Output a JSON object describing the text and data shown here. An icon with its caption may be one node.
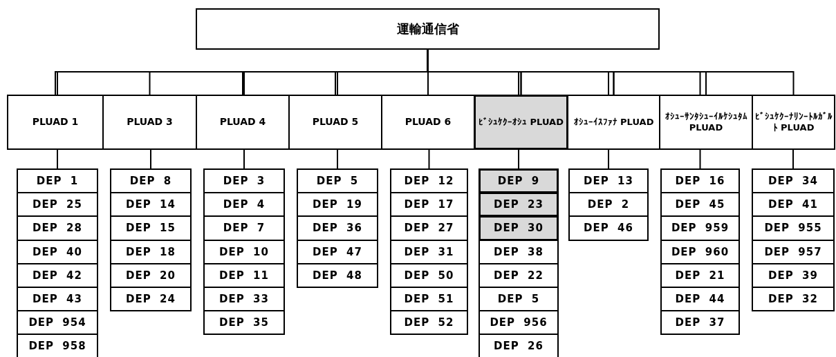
{
  "diagram": {
    "nodes": [
      {
        "text": [
          "運輸通信省"
        ]
      },
      {
        "text": [
          "PLUAD 1"
        ]
      },
      {
        "text": [
          "PLUAD 3"
        ]
      },
      {
        "text": [
          "PLUAD 4"
        ]
      },
      {
        "text": [
          "PLUAD 5"
        ]
      },
      {
        "text": [
          "PLUAD 6"
        ]
      },
      {
        "text": [
          "ﾋﾞｼｭｹｸｰｵｼｭ PLUAD"
        ]
      },
      {
        "text": [
          "ｵｼｭｰｲｽﾌｧﾅ PLUAD"
        ]
      },
      {
        "text": [
          "ｵｼｭｰｻﾝﾀｼｭｰｲﾙｹｼｭﾀﾑ PLUAD"
        ]
      },
      {
        "text": [
          "ﾋﾞｼｭｹｸｰﾅﾘﾝｰﾄﾙｶﾞﾙﾄ PLUAD"
        ]
      },
      {
        "text": [
          "DEP 1"
        ]
      },
      {
        "text": [
          "DEP 25"
        ]
      },
      {
        "text": [
          "DEP 28"
        ]
      },
      {
        "text": [
          "DEP 40"
        ]
      },
      {
        "text": [
          "DEP 42"
        ]
      },
      {
        "text": [
          "DEP 43"
        ]
      },
      {
        "text": [
          "DEP 954"
        ]
      },
      {
        "text": [
          "DEP 958"
        ]
      },
      {
        "text": [
          "DEP 8"
        ]
      },
      {
        "text": [
          "DEP 14"
        ]
      },
      {
        "text": [
          "DEP 15"
        ]
      },
      {
        "text": [
          "DEP 18"
        ]
      },
      {
        "text": [
          "DEP 20"
        ]
      },
      {
        "text": [
          "DEP 24"
        ]
      },
      {
        "text": [
          "DEP 3"
        ]
      },
      {
        "text": [
          "DEP 4"
        ]
      },
      {
        "text": [
          "DEP 7"
        ]
      },
      {
        "text": [
          "DEP 10"
        ]
      },
      {
        "text": [
          "DEP 11"
        ]
      },
      {
        "text": [
          "DEP 33"
        ]
      },
      {
        "text": [
          "DEP 35"
        ]
      },
      {
        "text": [
          "DEP 5"
        ]
      },
      {
        "text": [
          "DEP 19"
        ]
      },
      {
        "text": [
          "DEP 36"
        ]
      },
      {
        "text": [
          "DEP 47"
        ]
      },
      {
        "text": [
          "DEP 48"
        ]
      },
      {
        "text": [
          "DEP 12"
        ]
      },
      {
        "text": [
          "DEP 17"
        ]
      },
      {
        "text": [
          "DEP 27"
        ]
      },
      {
        "text": [
          "DEP 31"
        ]
      },
      {
        "text": [
          "DEP 50"
        ]
      },
      {
        "text": [
          "DEP 51"
        ]
      },
      {
        "text": [
          "DEP 52"
        ]
      },
      {
        "text": [
          "DEP 9"
        ]
      },
      {
        "text": [
          "DEP 23"
        ]
      },
      {
        "text": [
          "DEP 30"
        ]
      },
      {
        "text": [
          "DEP 38"
        ]
      },
      {
        "text": [
          "DEP 22"
        ]
      },
      {
        "text": [
          "DEP 5"
        ]
      },
      {
        "text": [
          "DEP 956"
        ]
      },
      {
        "text": [
          "DEP 26"
        ]
      },
      {
        "text": [
          "DEP 13"
        ]
      },
      {
        "text": [
          "DEP 2"
        ]
      },
      {
        "text": [
          "DEP 46"
        ]
      },
      {
        "text": [
          "DEP 16"
        ]
      },
      {
        "text": [
          "DEP 45"
        ]
      },
      {
        "text": [
          "DEP 959"
        ]
      },
      {
        "text": [
          "DEP 960"
        ]
      },
      {
        "text": [
          "DEP 21"
        ]
      },
      {
        "text": [
          "DEP 44"
        ]
      },
      {
        "text": [
          "DEP 37"
        ]
      },
      {
        "text": [
          "DEP 34"
        ]
      },
      {
        "text": [
          "DEP 41"
        ]
      },
      {
        "text": [
          "DEP 955"
        ]
      },
      {
        "text": [
          "DEP 957"
        ]
      },
      {
        "text": [
          "DEP 39"
        ]
      },
      {
        "text": [
          "DEP 32"
        ]
      }
    ],
    "edges": [
      {
        "from": 0,
        "to": 1,
        "arrow": "none"
      },
      {
        "from": 0,
        "to": 2,
        "arrow": "none"
      },
      {
        "from": 0,
        "to": 3,
        "arrow": "none"
      },
      {
        "from": 0,
        "to": 4,
        "arrow": "none"
      },
      {
        "from": 0,
        "to": 5,
        "arrow": "none"
      },
      {
        "from": 0,
        "to": 6,
        "arrow": "none"
      },
      {
        "from": 0,
        "to": 7,
        "arrow": "none"
      },
      {
        "from": 0,
        "to": 8,
        "arrow": "none"
      },
      {
        "from": 0,
        "to": 9,
        "arrow": "none"
      },
      {
        "from": 1,
        "to": 10,
        "arrow": "none"
      },
      {
        "from": 2,
        "to": 18,
        "arrow": "none"
      },
      {
        "from": 3,
        "to": 24,
        "arrow": "none"
      },
      {
        "from": 4,
        "to": 31,
        "arrow": "none"
      },
      {
        "from": 5,
        "to": 36,
        "arrow": "none"
      },
      {
        "from": 6,
        "to": 43,
        "arrow": "none"
      },
      {
        "from": 7,
        "to": 51,
        "arrow": "none"
      },
      {
        "from": 8,
        "to": 54,
        "arrow": "none"
      },
      {
        "from": 9,
        "to": 61,
        "arrow": "none"
      }
    ]
  }
}
